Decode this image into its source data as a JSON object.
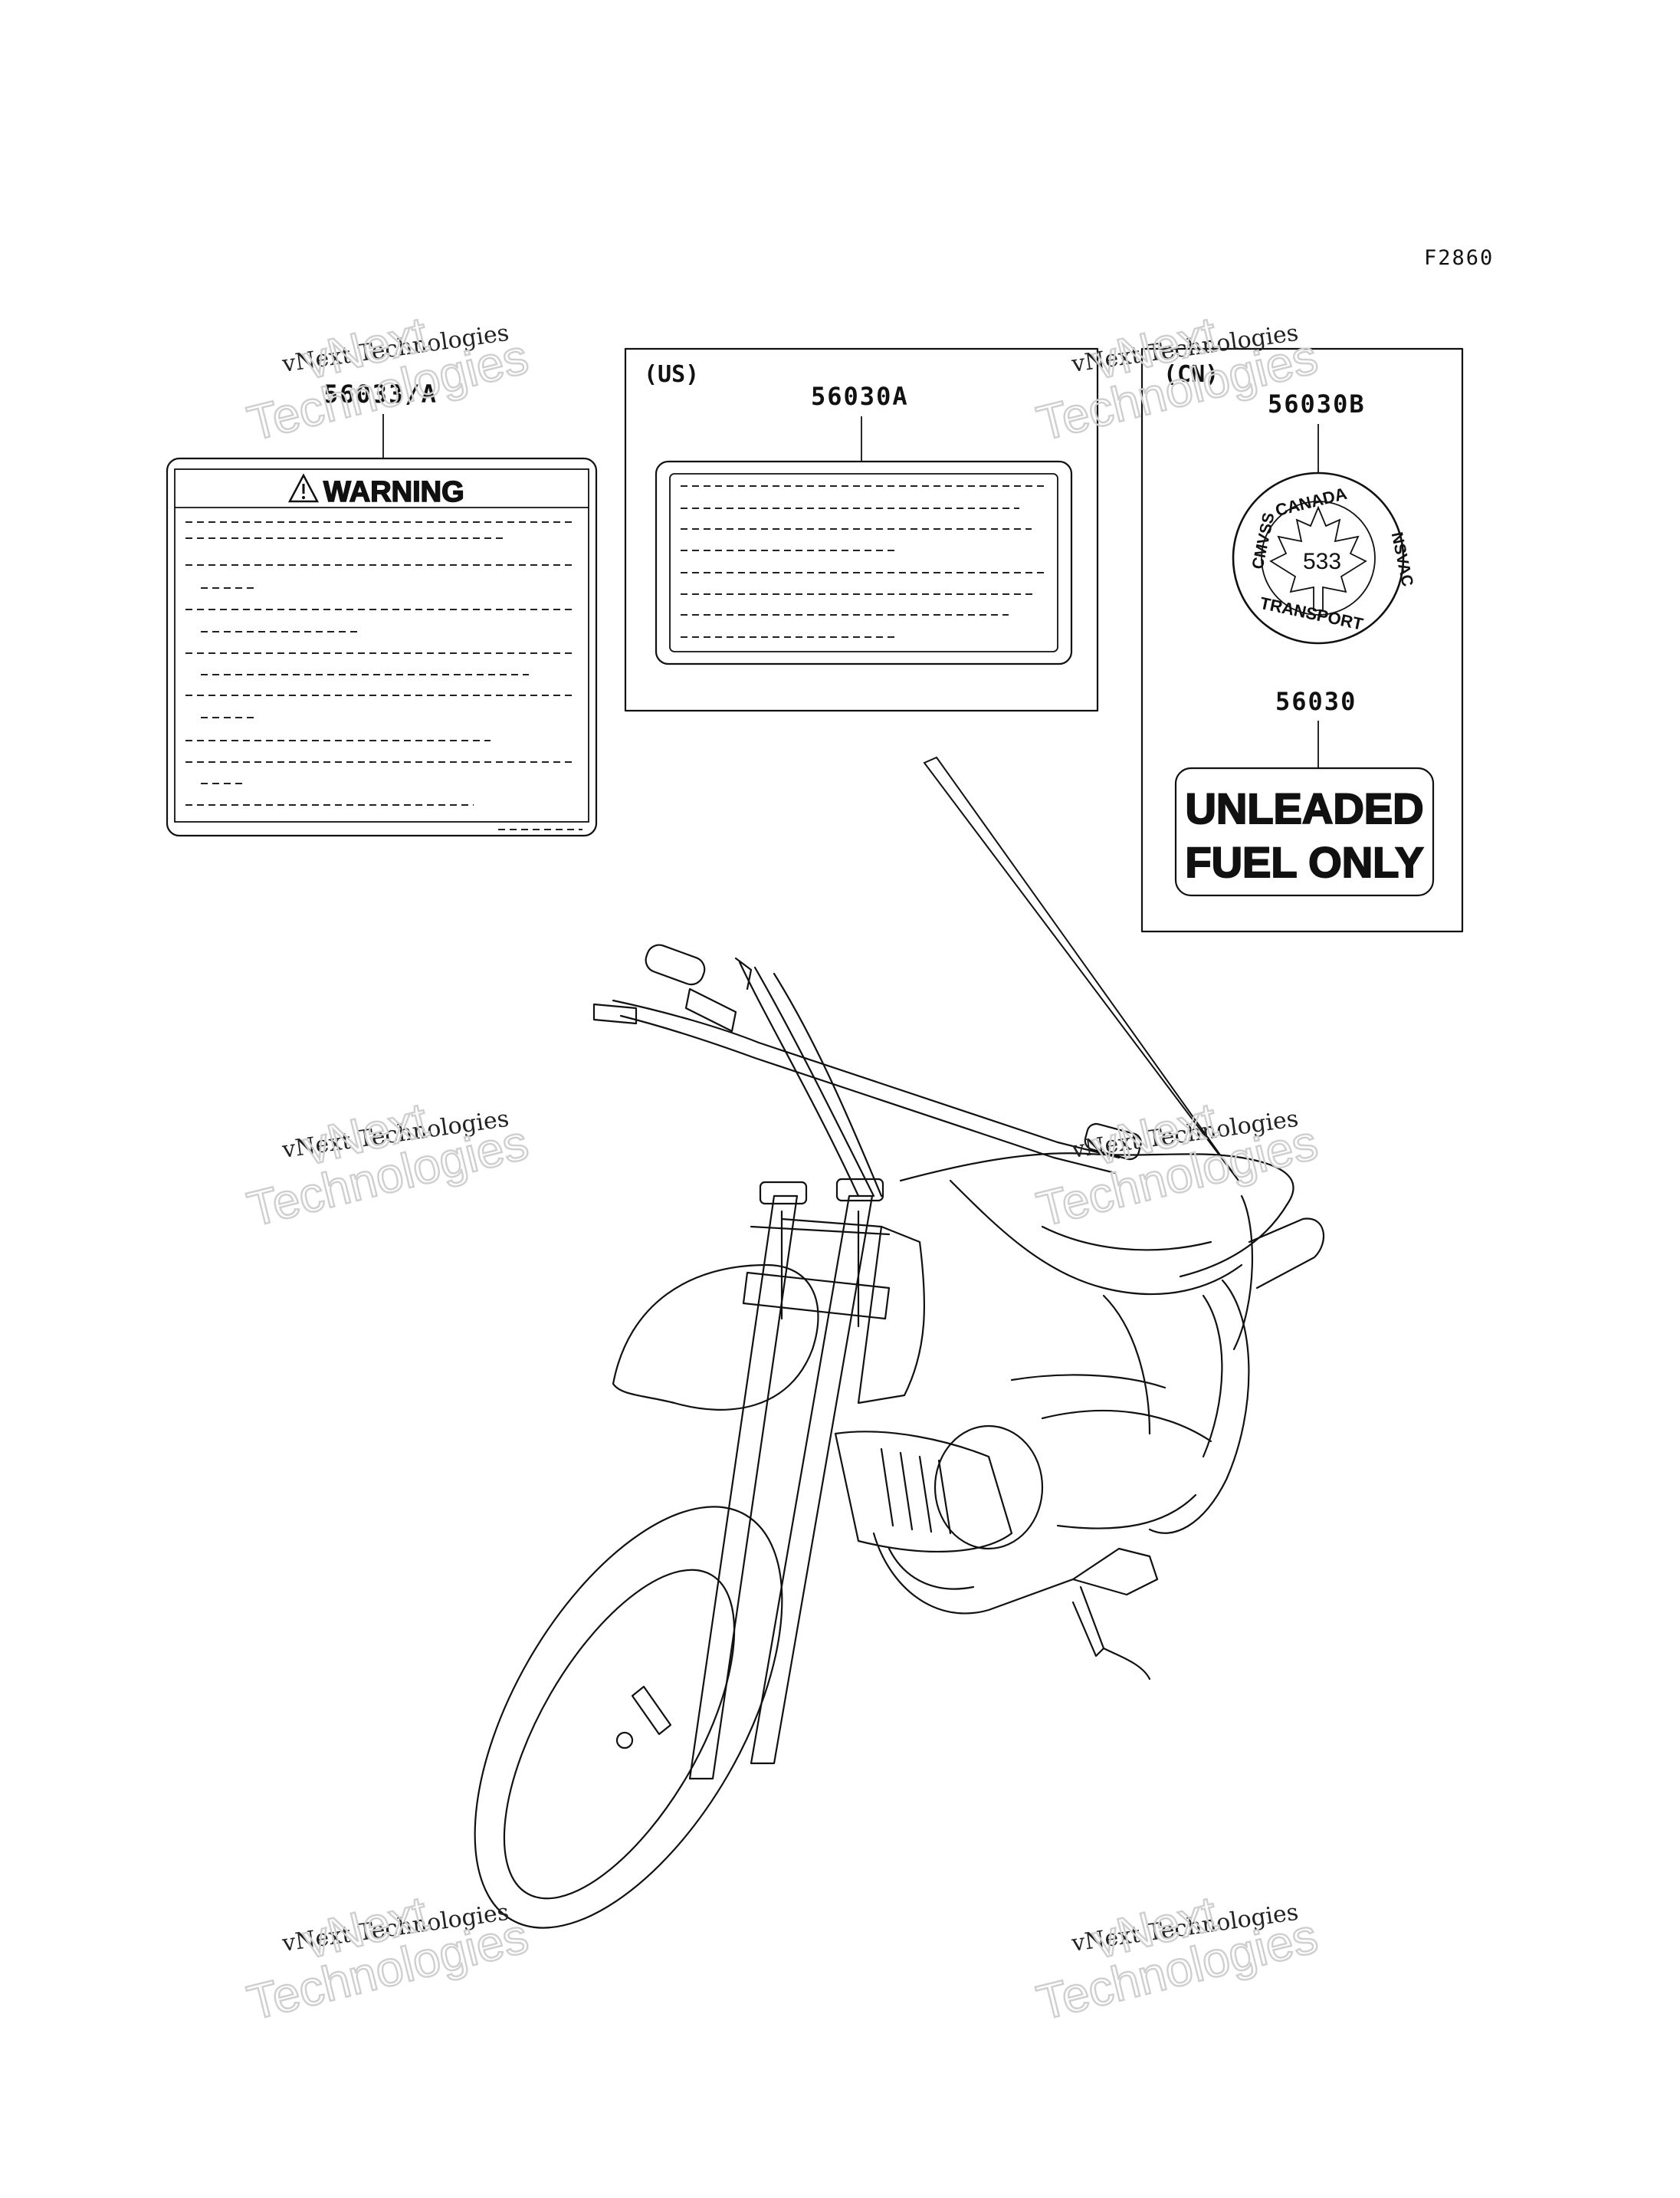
{
  "figure_code": "F2860",
  "labels": {
    "warning_part": "56033/A",
    "warning_heading": "WARNING",
    "us_region": "(US)",
    "us_part": "56030A",
    "cn_region": "(CN)",
    "cn_part_seal": "56030B",
    "cn_part_fuel": "56030"
  },
  "seal": {
    "top": "CANADA",
    "bottom": "TRANSPORT",
    "left": "CMVSS",
    "right": "NSVAC",
    "center": "533"
  },
  "fuel_label": {
    "line1": "UNLEADED",
    "line2": "FUEL ONLY"
  },
  "watermark": {
    "line1": "vNext Technologies",
    "line2a": "vNext",
    "line2b": "Technologies"
  }
}
